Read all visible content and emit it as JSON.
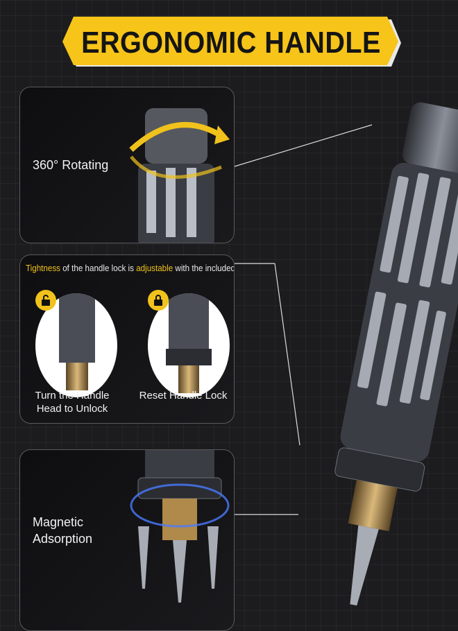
{
  "banner": {
    "title": "ERGONOMIC HANDLE",
    "color": "#f7c419"
  },
  "panels": [
    {
      "label": "360° Rotating"
    },
    {
      "note_parts": [
        "Tightness",
        " of the handle lock is ",
        "adjustable",
        " with the included tool"
      ],
      "steps": [
        {
          "caption_line1": "Turn the Handle",
          "caption_line2": "Head to Unlock",
          "icon": "unlock-icon"
        },
        {
          "caption": "Reset Handle Lock",
          "icon": "lock-icon"
        }
      ]
    },
    {
      "label_line1": "Magnetic",
      "label_line2": "Adsorption"
    }
  ],
  "colors": {
    "accent": "#f1c21b",
    "background": "#1c1c1e",
    "brass": "#b08a4a"
  }
}
